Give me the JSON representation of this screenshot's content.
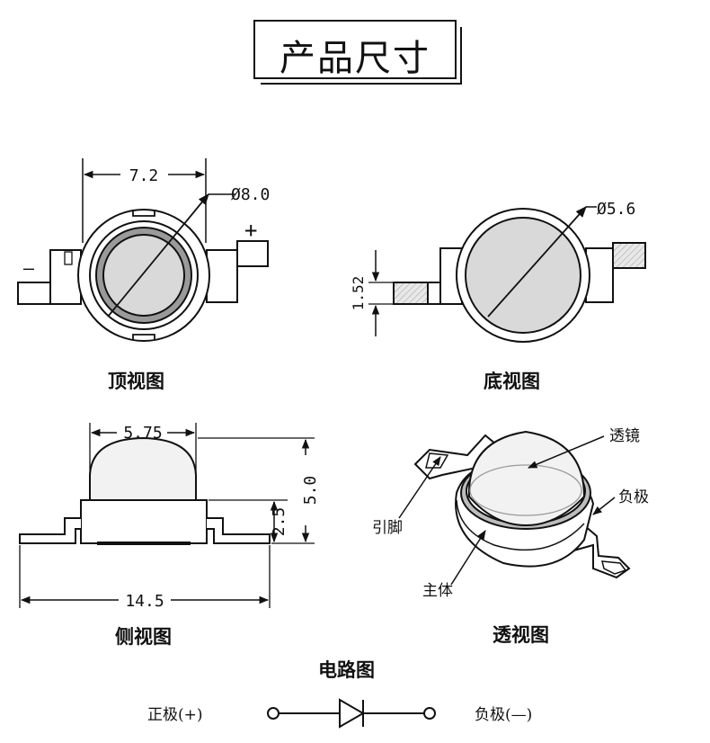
{
  "page": {
    "title": "产品尺寸"
  },
  "top_view": {
    "caption": "顶视图",
    "width_dim": "7.2",
    "diameter_dim": "Ø8.0",
    "plus": "+",
    "minus": "—"
  },
  "bottom_view": {
    "caption": "底视图",
    "diameter_dim": "Ø5.6",
    "lead_dim": "1.52"
  },
  "side_view": {
    "caption": "侧视图",
    "lens_width_dim": "5.75",
    "total_height_dim": "5.0",
    "body_height_dim": "2.5",
    "total_width_dim": "14.5"
  },
  "perspective_view": {
    "caption": "透视图",
    "lens_label": "透镜",
    "cathode_label": "负极",
    "lead_label": "引脚",
    "body_label": "主体"
  },
  "circuit": {
    "caption": "电路图",
    "anode_label": "正极(+)",
    "cathode_label": "负极(—)"
  },
  "colors": {
    "line": "#111111",
    "lens_gray": "#d9d9d9",
    "ring_gray": "#9a9a9a",
    "hatch": "#c8c8c8"
  }
}
